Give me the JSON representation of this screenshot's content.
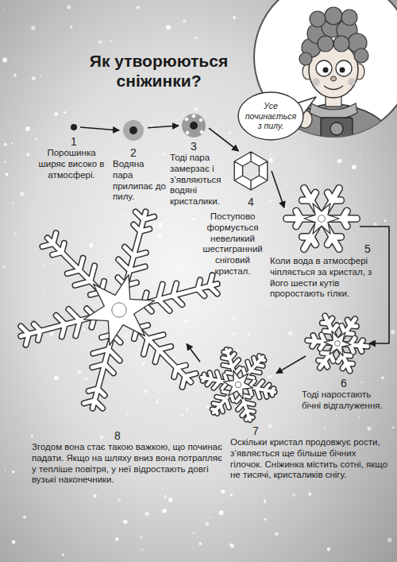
{
  "diagram": {
    "title": "Як утворюються сніжинки?",
    "nodes": [
      {
        "text": [
          "Усе починається з пилу."
        ]
      },
      {
        "text": [
          "1",
          "Порошинка ширяє високо в атмосфері."
        ]
      },
      {
        "text": [
          "2",
          "Водяна пара прилипає до пилу."
        ]
      },
      {
        "text": [
          "3",
          "Тоді пара замерзає і з’являються водяні кристалики."
        ]
      },
      {
        "text": [
          "4",
          "Поступово формується невеликий шестигранний сніговий кристал."
        ]
      },
      {
        "text": [
          "5",
          "Коли вода в атмосфері чіпляється за кристал, з його шести кутів проростають гілки."
        ]
      },
      {
        "text": [
          "6",
          "Тоді наростають бічні відгалуження."
        ]
      },
      {
        "text": [
          "7",
          "Оскільки кристал продовжує рости, з’являється ще більше бічних гілочок. Сніжинка містить сотні, якщо не тисячі, кристаликів снігу."
        ]
      },
      {
        "text": [
          "8",
          "Згодом вона стає такою важкою, що починає падати. Якщо на шляху вниз вона потрапляє у тепліше повітря, у неї відростають довгі вузькі наконечники."
        ]
      }
    ],
    "edges": [
      {
        "from": 1,
        "to": 2,
        "arrow": "to"
      },
      {
        "from": 2,
        "to": 3,
        "arrow": "to"
      },
      {
        "from": 3,
        "to": 4,
        "arrow": "to"
      },
      {
        "from": 4,
        "to": 5,
        "arrow": "to"
      },
      {
        "from": 5,
        "to": 6,
        "arrow": "to"
      },
      {
        "from": 6,
        "to": 7,
        "arrow": "to"
      },
      {
        "from": 7,
        "to": 8,
        "arrow": "to"
      }
    ]
  }
}
